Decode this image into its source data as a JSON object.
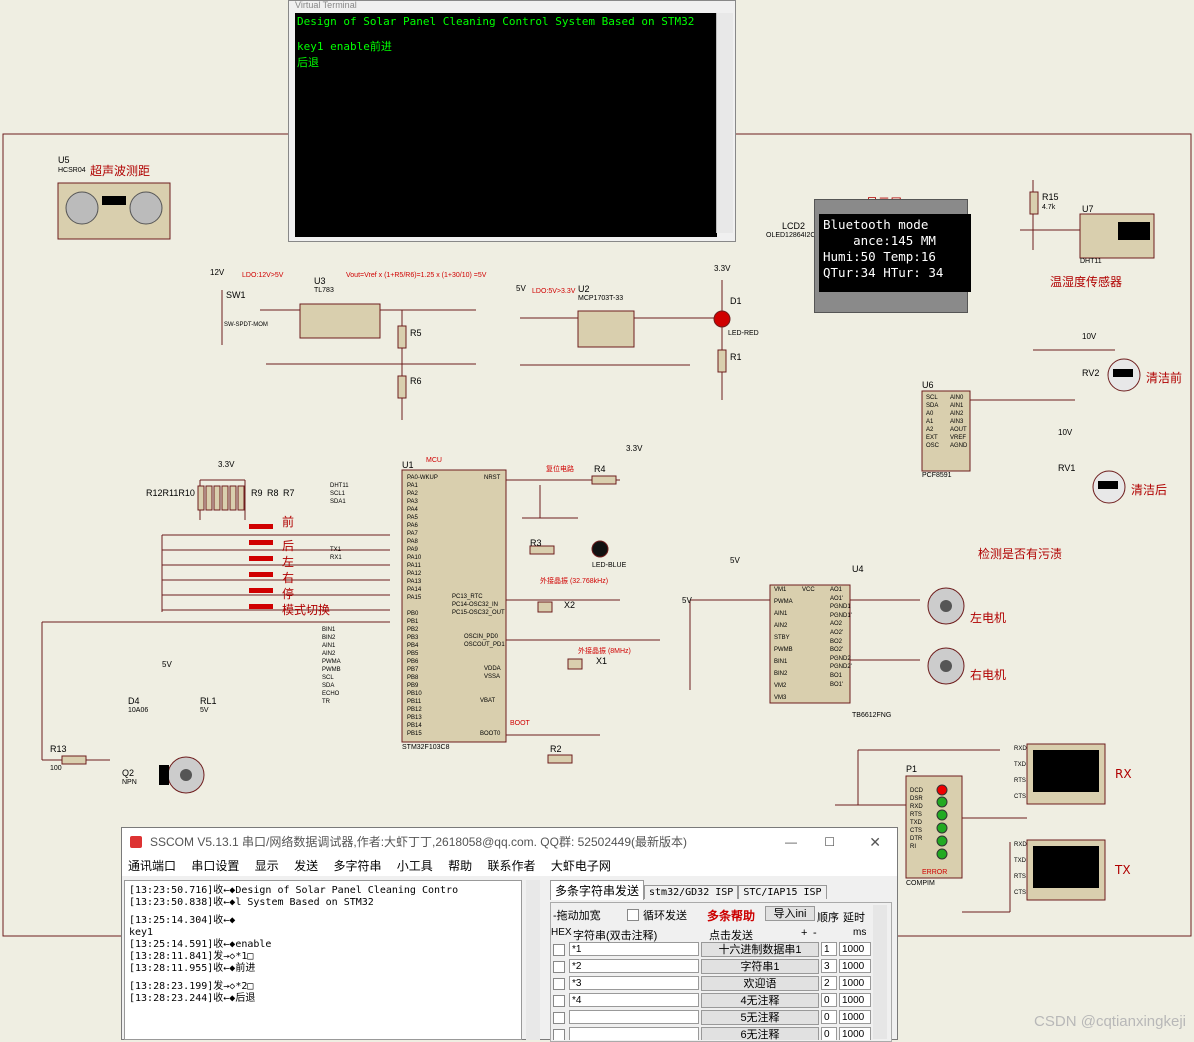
{
  "terminal": {
    "window_title": "Virtual Terminal",
    "lines": [
      "Design of Solar Panel Cleaning Control System Based on STM32",
      "",
      " key1 enable前进",
      "后退"
    ]
  },
  "schematic_labels": {
    "ultrasonic": "超声波测距",
    "display": "显示屏",
    "temp_humidity": "温湿度传感器",
    "clean_front": "清洁前",
    "clean_rear": "清洁后",
    "detect_dirt": "检测是否有污渍",
    "left_motor": "左电机",
    "right_motor": "右电机",
    "rx": "RX",
    "tx": "TX",
    "btn_front": "前",
    "btn_back": "后",
    "btn_left": "左",
    "btn_right": "右",
    "btn_stop": "停",
    "btn_mode": "模式切换",
    "u5": "U5",
    "u5_part": "HCSR04",
    "lcd2": "LCD2",
    "lcd2_part": "OLED12864I2C",
    "u7": "U7",
    "u7_part": "DHT11",
    "u3": "U3",
    "u3_part": "TL783",
    "u2": "U2",
    "u2_part": "MCP1703T-33",
    "u1": "U1",
    "u1_part": "STM32F103C8",
    "mcu": "MCU",
    "u4": "U4",
    "u4_part": "TB6612FNG",
    "u6": "U6",
    "u6_part": "PCF8591",
    "p1": "P1",
    "p1_part": "COMPIM",
    "ldo1": "LDO:12V>5V",
    "ldo2": "LDO:5V>3.3V",
    "vout_formula": "Vout=Vref x (1+R5/R6)=1.25 x (1+30/10) =5V",
    "reset_circuit": "复位电路",
    "ext_osc": "外接晶振 (32.768kHz)",
    "ext_osc2": "外接晶振 (8MHz)",
    "boot": "BOOT",
    "sw1": "SW1",
    "sw1_part": "SW-SPDT-MOM",
    "d1": "D1",
    "d1_part": "LED-RED",
    "d2_part": "LED-BLUE",
    "d4": "D4",
    "d4_part": "10A06",
    "q2": "Q2",
    "q2_part": "NPN",
    "rl1": "RL1",
    "rl1_part": "5V",
    "r13": "R13",
    "r13_val": "100",
    "r15": "R15",
    "r15_val": "4.7k",
    "resistor_bank": "R12R11R10",
    "r9": "R9",
    "r8": "R8",
    "r7": "R7",
    "r4": "R4",
    "r3": "R3",
    "r2": "R2",
    "r1": "R1",
    "r5": "R5",
    "r6": "R6",
    "x1": "X1",
    "x2": "X2",
    "rv1": "RV1",
    "rv2": "RV2",
    "pin_labels_left": [
      "DHT11",
      "SCL1",
      "SDA1"
    ],
    "pin_labels_mid": [
      "TX1",
      "RX1"
    ],
    "pin_labels_portb": [
      "BIN1",
      "BIN2",
      "AIN1",
      "AIN2",
      "PWMA",
      "PWMB",
      "SCL",
      "SDA",
      "ECHO",
      "TR"
    ],
    "mcu_pins_a": [
      "PA0-WKUP",
      "PA1",
      "PA2",
      "PA3",
      "PA4",
      "PA5",
      "PA6",
      "PA7",
      "PA8",
      "PA9",
      "PA10",
      "PA11",
      "PA12",
      "PA13",
      "PA14",
      "PA15"
    ],
    "mcu_pins_b": [
      "PB0",
      "PB1",
      "PB2",
      "PB3",
      "PB4",
      "PB5",
      "PB6",
      "PB7",
      "PB8",
      "PB9",
      "PB10",
      "PB11",
      "PB12",
      "PB13",
      "PB14",
      "PB15"
    ],
    "mcu_right": [
      "NRST",
      "PC13_RTC",
      "PC14-OSC32_IN",
      "PC15-OSC32_OUT",
      "OSCIN_PD0",
      "OSCOUT_PD1",
      "VDDA",
      "VSSA",
      "VBAT",
      "BOOT0"
    ],
    "driver_left": [
      "VM1",
      "PWMA",
      "AIN1",
      "AIN2",
      "STBY",
      "PWMB",
      "BIN1",
      "BIN2",
      "VM2",
      "VM3"
    ],
    "driver_right": [
      "VCC",
      "AO1",
      "AO1'",
      "PGND1",
      "PGND1'",
      "AO2",
      "AO2'",
      "BO2",
      "BO2'",
      "PGND2",
      "PGND2'",
      "BO1",
      "BO1'"
    ],
    "adc_pins_left": [
      "SCL",
      "SDA",
      "A0",
      "A1",
      "A2",
      "EXT",
      "OSC"
    ],
    "adc_pins_right": [
      "AIN0",
      "AIN1",
      "AIN2",
      "AIN3",
      "AOUT",
      "VREF",
      "AGND"
    ],
    "com_pins": [
      "DCD",
      "DSR",
      "RXD",
      "RTS",
      "TXD",
      "CTS",
      "DTR",
      "RI"
    ],
    "term_pins": [
      "RXD",
      "TXD",
      "RTS",
      "CTS"
    ],
    "error": "ERROR",
    "v12": "12V",
    "v5": "5V",
    "v33": "3.3V",
    "v10": "10V"
  },
  "lcd": {
    "lines": [
      "Bluetooth mode",
      "    ance:145 MM",
      "Humi:50 Temp:16",
      "QTur:34 HTur: 34"
    ]
  },
  "sscom": {
    "title": "SSCOM V5.13.1 串口/网络数据调试器,作者:大虾丁丁,2618058@qq.com. QQ群: 52502449(最新版本)",
    "menu": [
      "通讯端口",
      "串口设置",
      "显示",
      "发送",
      "多字符串",
      "小工具",
      "帮助",
      "联系作者",
      "大虾电子网"
    ],
    "log": [
      "[13:23:50.716]收←◆Design of Solar Panel Cleaning Contro",
      "[13:23:50.838]收←◆l System Based on STM32",
      "",
      "[13:25:14.304]收←◆",
      " key1",
      "[13:25:14.591]收←◆enable",
      "[13:28:11.841]发→◇*1□",
      "[13:28:11.955]收←◆前进",
      "",
      "[13:28:23.199]发→◇*2□",
      "[13:28:23.244]收←◆后退"
    ],
    "tabs": [
      "多条字符串发送",
      "stm32/GD32 ISP",
      "STC/IAP15 ISP"
    ],
    "toolbar": {
      "slide": "-拖动加宽",
      "loop": "循环发送",
      "help": "多条帮助",
      "import": "导入ini",
      "order": "顺序",
      "delay": "延时"
    },
    "headers": {
      "hex": "HEX",
      "string": "字符串(双击注释)",
      "click": "点击发送",
      "plus": "+",
      "minus": "-",
      "ms": "ms"
    },
    "rows": [
      {
        "str": "*1",
        "btn": "十六进制数据串1",
        "order": "1",
        "delay": "1000"
      },
      {
        "str": "*2",
        "btn": "字符串1",
        "order": "3",
        "delay": "1000"
      },
      {
        "str": "*3",
        "btn": "欢迎语",
        "order": "2",
        "delay": "1000"
      },
      {
        "str": "*4",
        "btn": "4无注释",
        "order": "0",
        "delay": "1000"
      },
      {
        "str": "",
        "btn": "5无注释",
        "order": "0",
        "delay": "1000"
      },
      {
        "str": "",
        "btn": "6无注释",
        "order": "0",
        "delay": "1000"
      }
    ]
  },
  "watermark": "CSDN @cqtianxingkeji"
}
